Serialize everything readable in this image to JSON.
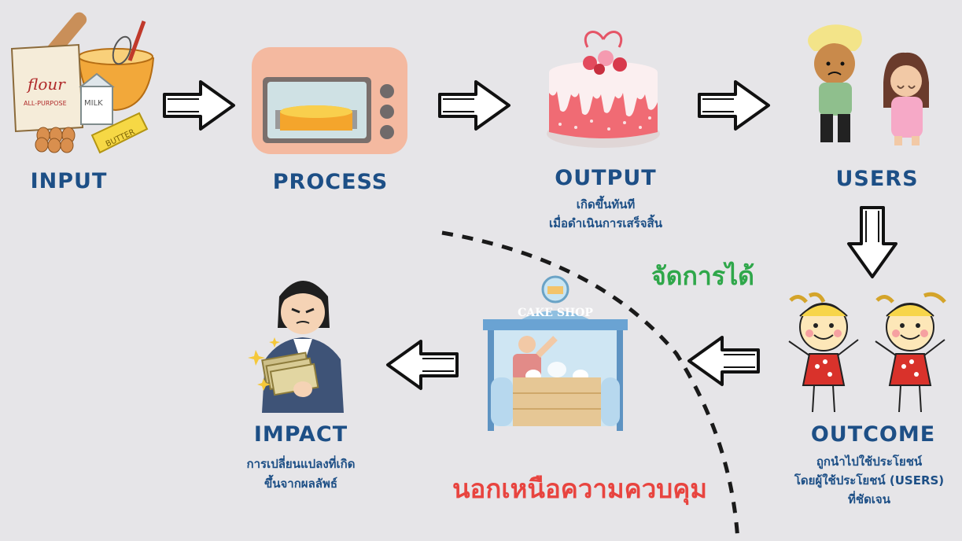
{
  "stages": {
    "input": {
      "title": "INPUT"
    },
    "process": {
      "title": "PROCESS"
    },
    "output": {
      "title": "OUTPUT",
      "line1": "เกิดขึ้นทันที",
      "line2": "เมื่อดำเนินการเสร็จสิ้น"
    },
    "users": {
      "title": "USERS"
    },
    "outcome": {
      "title": "OUTCOME",
      "line1": "ถูกนำไปใช้ประโยชน์",
      "line2": "โดยผู้ใช้ประโยชน์ (USERS)",
      "line3": "ที่ชัดเจน"
    },
    "impact": {
      "title": "IMPACT",
      "line1": "การเปลี่ยนแปลงที่เกิด",
      "line2": "ขึ้นจากผลลัพธ์"
    }
  },
  "zones": {
    "manageable": "จัดการได้",
    "beyond_control": "นอกเหนือความควบคุม"
  },
  "illustrations": {
    "flour_bag_label": "flour",
    "flour_bag_sub": "ALL-PURPOSE",
    "milk_label": "MILK",
    "butter_label": "BUTTER",
    "shop_sign": "CAKE SHOP"
  },
  "colors": {
    "title": "#1d4f86",
    "manageable": "#2fa74a",
    "beyond_control": "#e8443f",
    "background": "#e6e5e8"
  }
}
